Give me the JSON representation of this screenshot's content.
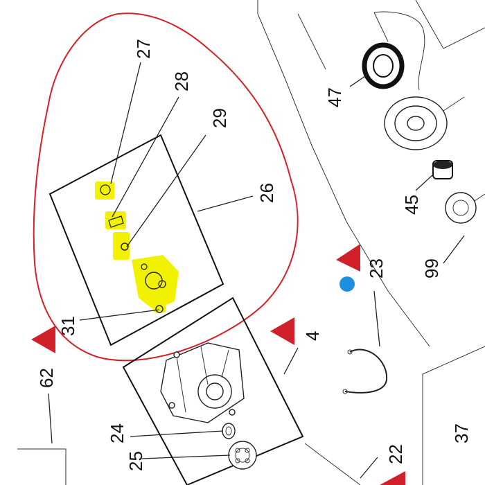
{
  "diagram": {
    "part_labels": {
      "p27": "27",
      "p28": "28",
      "p29": "29",
      "p26": "26",
      "p31": "31",
      "p47": "47",
      "p45": "45",
      "p99": "99",
      "p23": "23",
      "p4": "4",
      "p62": "62",
      "p24": "24",
      "p25": "25",
      "p22": "22",
      "p37": "37"
    },
    "colors": {
      "selection_outline": "#d61f26",
      "highlight": "#f2f200",
      "warning_marker": "#d2202a",
      "dot_marker": "#1e8fe0"
    },
    "icons": {
      "warning_marker": "red-triangle-icon",
      "dot_marker": "blue-dot-icon"
    }
  }
}
